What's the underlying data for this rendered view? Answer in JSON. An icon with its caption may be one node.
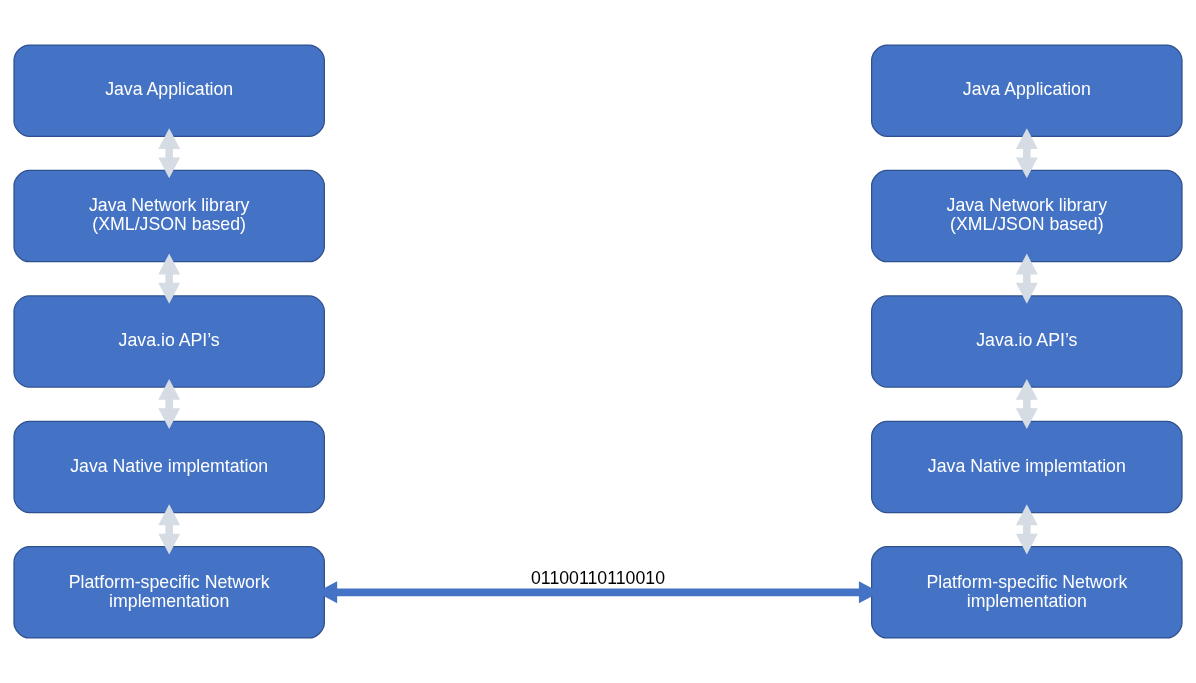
{
  "diagram": {
    "nodes": [
      {
        "text": [
          "Java Application"
        ]
      },
      {
        "text": [
          "Java Network library (XML/JSON based)"
        ]
      },
      {
        "text": [
          "Java.io API’s"
        ]
      },
      {
        "text": [
          "Java Native implemtation"
        ]
      },
      {
        "text": [
          "Platform-specific Network implementation"
        ]
      },
      {
        "text": [
          "Java Application"
        ]
      },
      {
        "text": [
          "Java Network library (XML/JSON based)"
        ]
      },
      {
        "text": [
          "Java.io API’s"
        ]
      },
      {
        "text": [
          "Java Native implemtation"
        ]
      },
      {
        "text": [
          "Platform-specific Network implementation"
        ]
      }
    ],
    "edges": [
      {
        "from": 0,
        "to": 1,
        "arrow": "both"
      },
      {
        "from": 1,
        "to": 2,
        "arrow": "both"
      },
      {
        "from": 2,
        "to": 3,
        "arrow": "both"
      },
      {
        "from": 3,
        "to": 4,
        "arrow": "both"
      },
      {
        "from": 5,
        "to": 6,
        "arrow": "both"
      },
      {
        "from": 6,
        "to": 7,
        "arrow": "both"
      },
      {
        "from": 7,
        "to": 8,
        "arrow": "both"
      },
      {
        "from": 8,
        "to": 9,
        "arrow": "both"
      },
      {
        "from": 4,
        "to": 9,
        "arrow": "both",
        "label": "01100110110010",
        "color": "#4472c4"
      }
    ]
  }
}
